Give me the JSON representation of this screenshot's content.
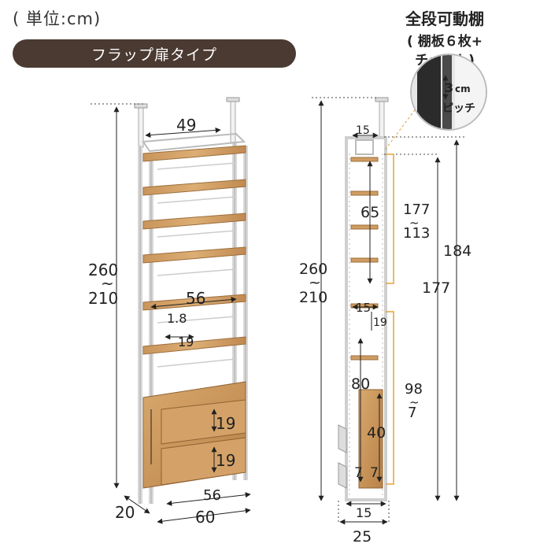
{
  "header": {
    "unit_label": "( 単位:cm)",
    "type_label": "フラップ扉タイプ"
  },
  "note": {
    "title": "全段可動棚",
    "line1": "( 棚板６枚+",
    "line2": "チェスト)",
    "zoom_top": "3",
    "zoom_unit": "cm",
    "zoom_bottom": "ピッチ"
  },
  "front": {
    "height_max": "260",
    "height_sep": "~",
    "height_min": "210",
    "shelf_width": "49",
    "inner_width": "56",
    "shelf_thick": "1.8",
    "shelf_gap": "19",
    "drawer1": "19",
    "drawer2": "19",
    "base_inner": "56",
    "width": "60",
    "depth": "20"
  },
  "side": {
    "top_depth": "15",
    "height_max": "260",
    "height_sep": "~",
    "height_min": "210",
    "upper_inner": "65",
    "adj1_max": "177",
    "adj1_sep": "~",
    "adj1_min": "113",
    "mid_depth": "15",
    "mid_gap": "19",
    "lower_inner": "80",
    "lower_sub": "40",
    "adj2_max": "98",
    "adj2_sep": "~",
    "adj2_min": "7",
    "foot_a": "7",
    "foot_b": "7",
    "total1": "177",
    "total2": "184",
    "bottom_depth": "15",
    "bottom_total": "25"
  }
}
